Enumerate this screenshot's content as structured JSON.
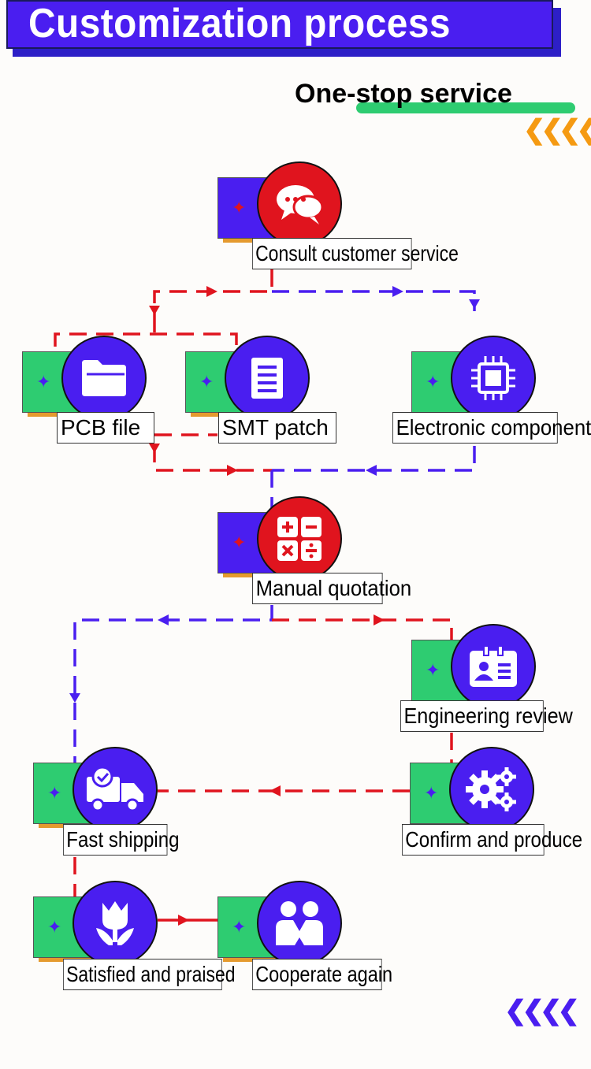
{
  "header": {
    "title": "Customization process"
  },
  "subtitle": "One-stop service",
  "chevrons": {
    "top": "❮❮❮❮",
    "bottom": "❮❮❮❮"
  },
  "colors": {
    "blue": "#4a1ef0",
    "red": "#e0141e",
    "green": "#2ecc71",
    "orange": "#f59a12"
  },
  "nodes": [
    {
      "key": "consult",
      "label": "Consult customer service",
      "icon": "chat-bubbles-icon"
    },
    {
      "key": "pcb",
      "label": "PCB file",
      "icon": "folder-icon"
    },
    {
      "key": "smt",
      "label": "SMT patch",
      "icon": "document-icon"
    },
    {
      "key": "components",
      "label": "Electronic components",
      "icon": "chip-icon"
    },
    {
      "key": "quotation",
      "label": "Manual quotation",
      "icon": "calculator-icon"
    },
    {
      "key": "review",
      "label": "Engineering review",
      "icon": "id-card-icon"
    },
    {
      "key": "shipping",
      "label": "Fast shipping",
      "icon": "delivery-truck-icon"
    },
    {
      "key": "produce",
      "label": "Confirm and produce",
      "icon": "gears-icon"
    },
    {
      "key": "praised",
      "label": "Satisfied and praised",
      "icon": "tulip-icon"
    },
    {
      "key": "again",
      "label": "Cooperate again",
      "icon": "handshake-people-icon"
    }
  ]
}
